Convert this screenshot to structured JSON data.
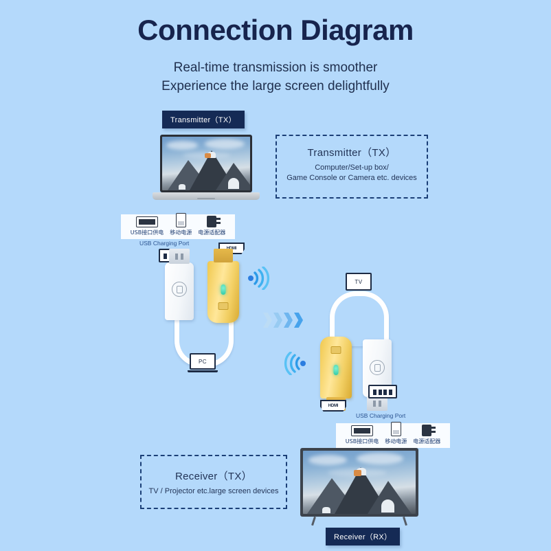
{
  "header": {
    "title": "Connection Diagram",
    "subtitle1": "Real-time transmission is smoother",
    "subtitle2": "Experience the large screen delightfully"
  },
  "badges": {
    "transmitter": "Transmitter（TX）",
    "receiver": "Receiver（RX）"
  },
  "info_boxes": {
    "transmitter": {
      "title": "Transmitter（TX）",
      "line1": "Computer/Set-up box/",
      "line2": "Game Console or Camera etc. devices"
    },
    "receiver": {
      "title": "Receiver（TX）",
      "line1": "TV / Projector etc.large screen devices"
    }
  },
  "power_sources": {
    "items": [
      {
        "icon": "usb-port-icon",
        "label": "USB接口供电"
      },
      {
        "icon": "power-bank-icon",
        "label": "移动电源"
      },
      {
        "icon": "power-adapter-icon",
        "label": "电源适配器"
      }
    ]
  },
  "captions": {
    "usb_charging_port": "USB Charging Port",
    "hdmi": "HDMI"
  },
  "device_badges": {
    "pc": "PC",
    "tv": "TV"
  },
  "colors": {
    "background": "#b4d9fb",
    "title": "#17244d",
    "badge_bg": "#152a55",
    "dashed_border": "#1b3f77",
    "wifi": "#1f8bed",
    "chevron": "#4ea8ef",
    "hdmi_gold": "#f0c84e",
    "led_green": "#2ec9a6"
  }
}
